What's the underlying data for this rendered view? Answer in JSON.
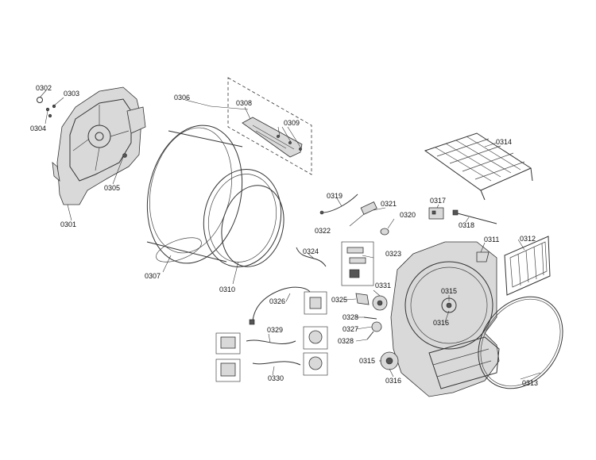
{
  "labels": {
    "p0302": "0302",
    "p0303": "0303",
    "p0304": "0304",
    "p0301": "0301",
    "p0305": "0305",
    "p0306": "0306",
    "p0307": "0307",
    "p0308": "0308",
    "p0309": "0309",
    "p0310": "0310",
    "p0314": "0314",
    "p0319": "0319",
    "p0321": "0321",
    "p0320": "0320",
    "p0317": "0317",
    "p0318": "0318",
    "p0322": "0322",
    "p0311": "0311",
    "p0312": "0312",
    "p0324": "0324",
    "p0323": "0323",
    "p0331": "0331",
    "p0315a": "0315",
    "p0315b": "0315",
    "p0326": "0326",
    "p0325": "0325",
    "p0316a": "0316",
    "p0316b": "0316",
    "p0328a": "0328",
    "p0328b": "0328",
    "p0327": "0327",
    "p0329": "0329",
    "p0330": "0330",
    "p0313": "0313"
  }
}
